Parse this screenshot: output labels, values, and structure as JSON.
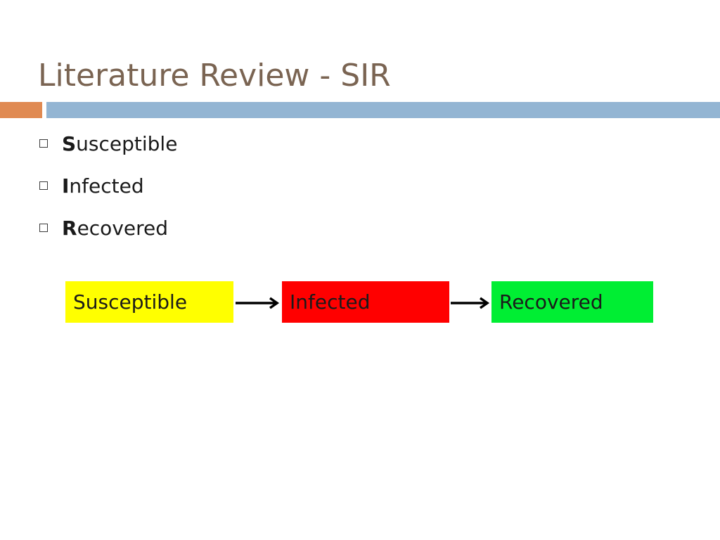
{
  "slide": {
    "title": "Literature Review - SIR",
    "accent_color": "#e08a52",
    "bar_color": "#93b5d3",
    "title_color": "#7a6452"
  },
  "bullets": [
    {
      "first": "S",
      "rest": "usceptible"
    },
    {
      "first": "I",
      "rest": "nfected"
    },
    {
      "first": "R",
      "rest": "ecovered"
    }
  ],
  "flow": {
    "nodes": [
      {
        "label": "Susceptible",
        "color": "#ffff00"
      },
      {
        "label": "Infected",
        "color": "#ff0000"
      },
      {
        "label": "Recovered",
        "color": "#00ee33"
      }
    ],
    "arrow_icon": "right-arrow-icon"
  }
}
